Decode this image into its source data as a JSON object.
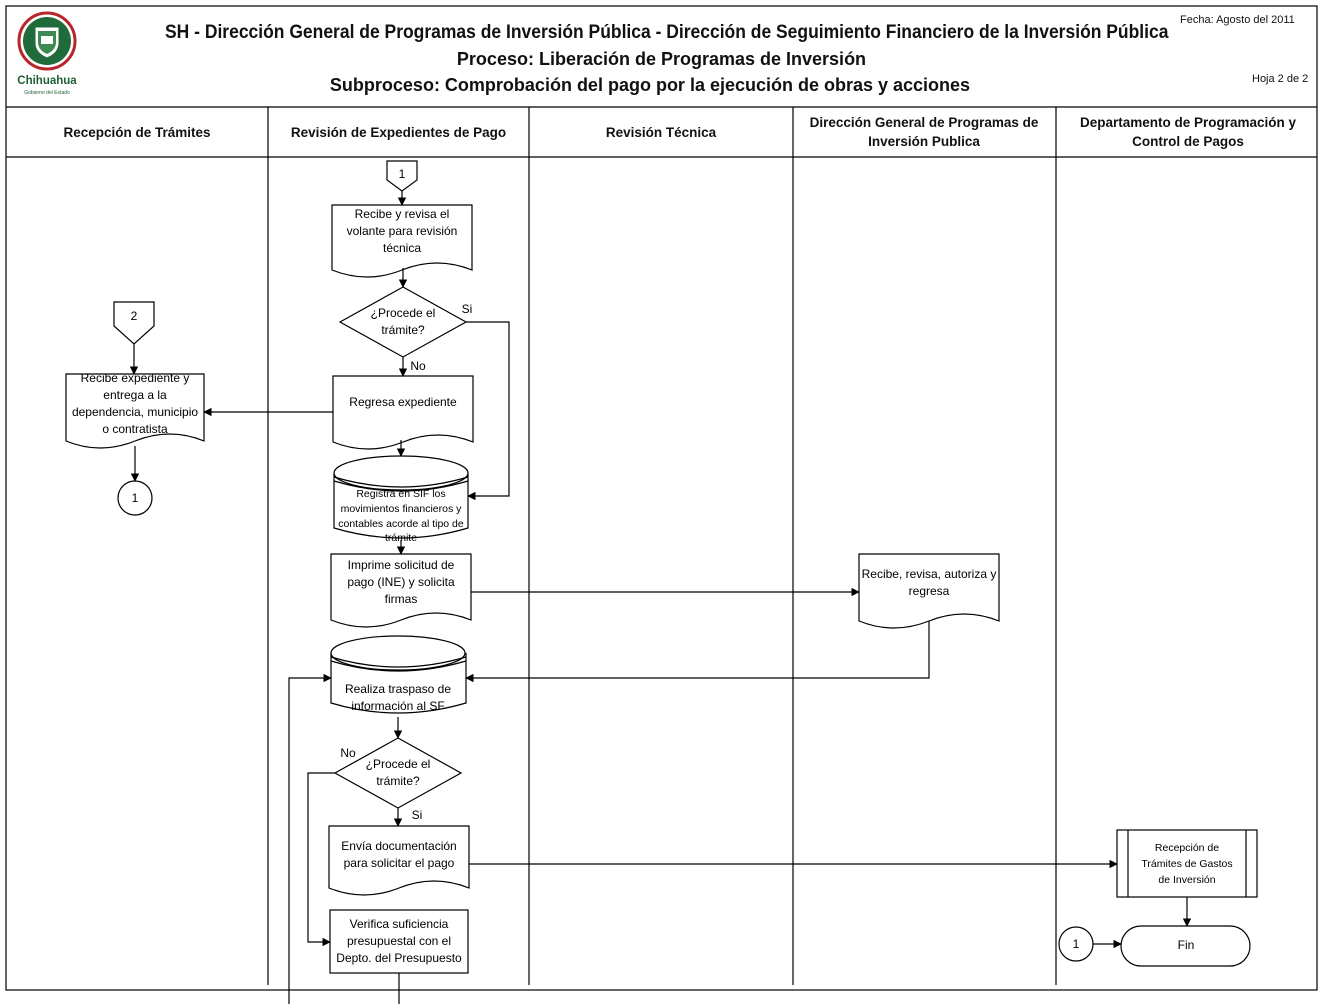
{
  "header": {
    "title": "SH - Dirección General de Programas de Inversión Pública - Dirección de Seguimiento Financiero de la Inversión Pública",
    "proceso": "Proceso: Liberación de Programas de Inversión",
    "subproceso": "Subproceso: Comprobación del pago por la ejecución de obras y acciones",
    "fecha": "Fecha: Agosto del 2011",
    "hoja": "Hoja 2 de 2",
    "logo_text": "Chihuahua",
    "logo_subtext": "Gobierno del Estado"
  },
  "lanes": [
    "Recepción de Trámites",
    "Revisión de Expedientes de Pago",
    "Revisión Técnica",
    "Dirección General de Programas de Inversión Publica",
    "Departamento de Programación y Control de Pagos"
  ],
  "nodes": {
    "conn_top": "1",
    "doc_recibe": [
      "Recibe y revisa el",
      "volante para revisión",
      "técnica"
    ],
    "dec_procede1": [
      "¿Procede el",
      "trámite?"
    ],
    "dec1_si": "Si",
    "dec1_no": "No",
    "doc_regresa": [
      "Regresa expediente"
    ],
    "conn_2": "2",
    "doc_entrega": [
      "Recibe expediente y",
      "entrega a la",
      "dependencia, municipio",
      "o contratista"
    ],
    "conn_1_left": "1",
    "db_registra": [
      "Registra en SIF los",
      "movimientos financieros y",
      "contables acorde al tipo de",
      "trámite"
    ],
    "doc_imprime": [
      "Imprime solicitud de",
      "pago (INE) y solicita",
      "firmas"
    ],
    "doc_autoriza": [
      "Recibe, revisa, autoriza y",
      "regresa"
    ],
    "db_traspaso": [
      "Realiza traspaso de",
      "información al SF"
    ],
    "dec_procede2": [
      "¿Procede el",
      "trámite?"
    ],
    "dec2_no": "No",
    "dec2_si": "Si",
    "doc_envia": [
      "Envía documentación",
      "para solicitar el pago"
    ],
    "proc_verifica": [
      "Verifica suficiencia",
      "presupuestal con el",
      "Depto. del Presupuesto"
    ],
    "sub_recepcion": [
      "Recepción de",
      "Trámites de Gastos",
      "de Inversión"
    ],
    "conn_1_right": "1",
    "term_fin": "Fin"
  },
  "colors": {
    "line": "#000000",
    "logo_green": "#1f6b3a",
    "logo_red": "#b8262b"
  }
}
